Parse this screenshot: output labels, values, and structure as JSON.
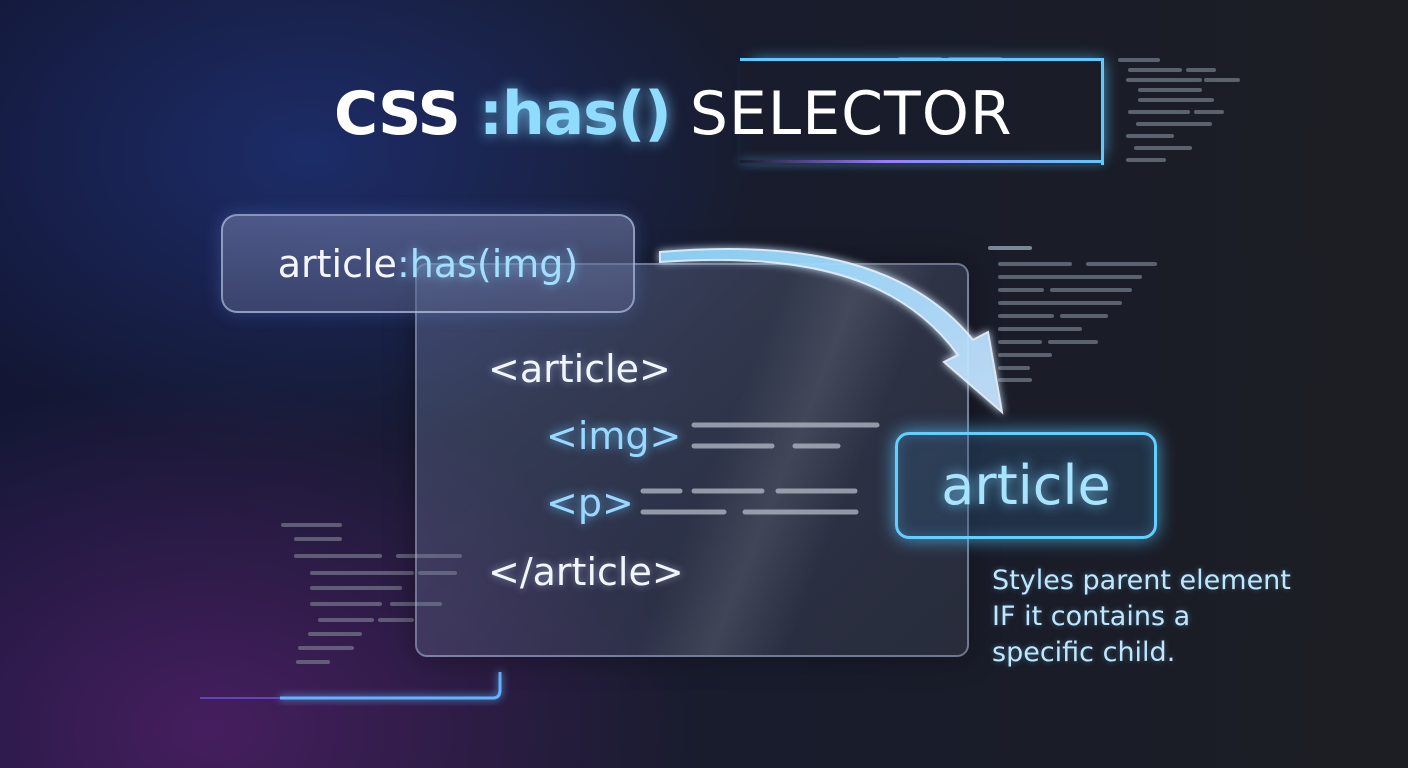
{
  "title": {
    "css": "CSS",
    "has": ":has()",
    "selector": "SELECTOR"
  },
  "selector_pill": {
    "part_element": "article",
    "part_pseudo": ":has(img)"
  },
  "code": {
    "open_tag": "<article>",
    "img_tag": "<img>",
    "p_tag": "<p>",
    "close_tag": "</article>"
  },
  "result": {
    "label": "article"
  },
  "description": {
    "line1": "Styles parent element",
    "line2": "IF it contains a",
    "line3": "specific child."
  },
  "colors": {
    "accent_blue": "#62cfff",
    "accent_purple": "#9a7bff",
    "text_white": "#f2f6ff",
    "text_blue": "#9ad8ff"
  }
}
